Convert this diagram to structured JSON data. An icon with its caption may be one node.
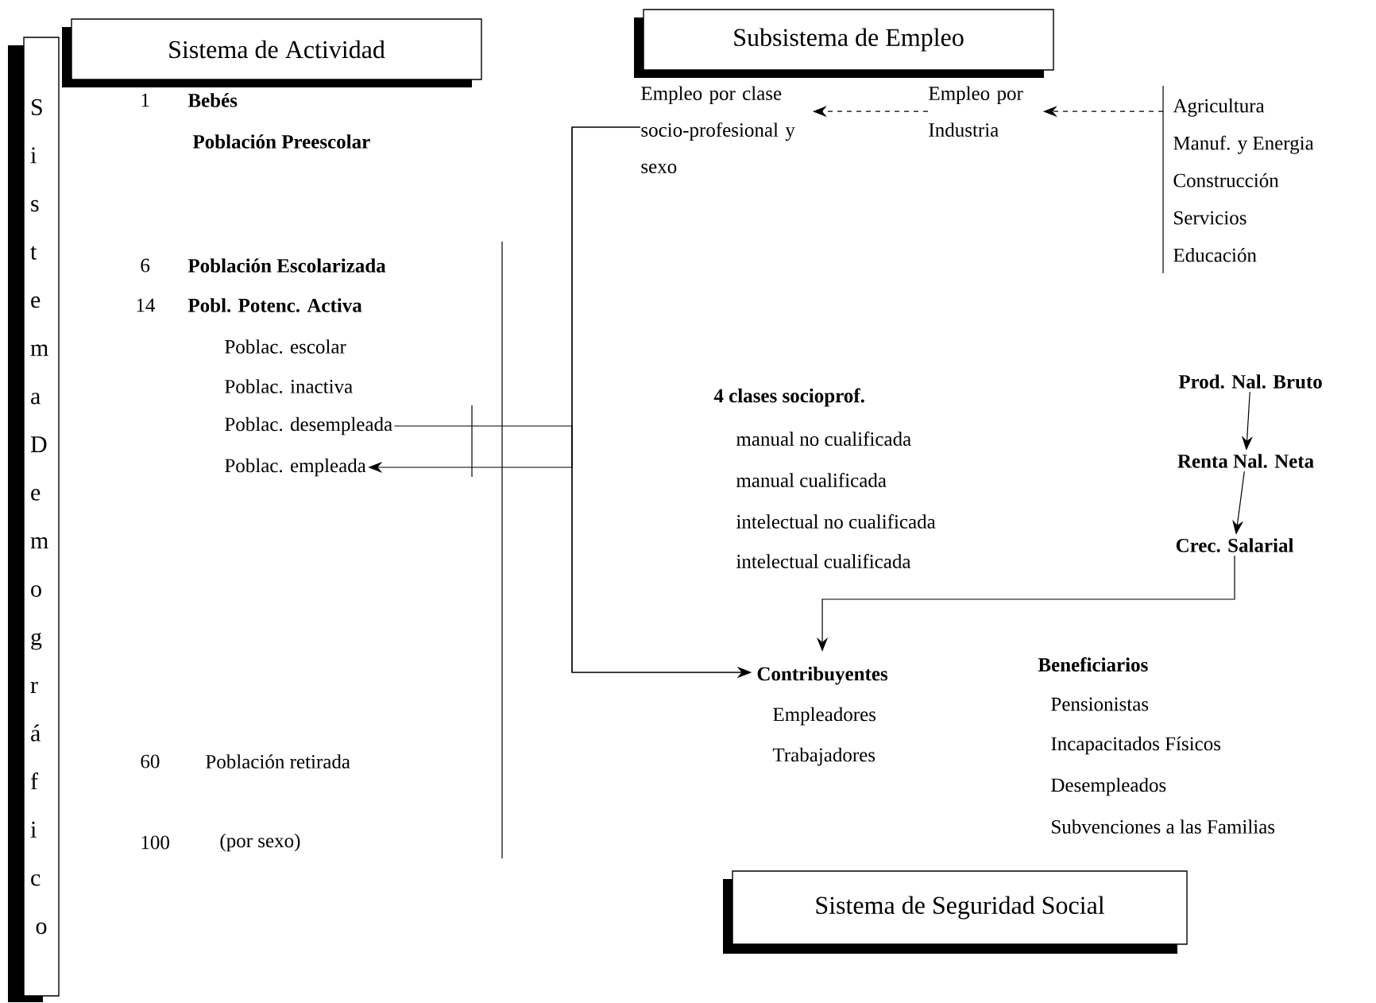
{
  "diagram": {
    "nodes": [
      {
        "text": [
          "SistemaDemográfico"
        ]
      },
      {
        "text": [
          "Sistema de Actividad"
        ]
      },
      {
        "text": [
          "Subsistema de Empleo"
        ]
      },
      {
        "text": [
          "Sistema de Seguridad Social"
        ]
      },
      {
        "text": [
          "Empleo por clase socio-profesional y sexo"
        ]
      },
      {
        "text": [
          "Empleo por Industria"
        ]
      },
      {
        "text": [
          "Agricultura",
          "Manuf. y Energia",
          "Construcción",
          "Servicios",
          "Educación"
        ]
      },
      {
        "text": [
          "Poblac. desempleada"
        ]
      },
      {
        "text": [
          "Poblac. empleada"
        ]
      },
      {
        "text": [
          "Prod. Nal. Bruto"
        ]
      },
      {
        "text": [
          "Renta Nal. Neta"
        ]
      },
      {
        "text": [
          "Crec. Salarial"
        ]
      },
      {
        "text": [
          "Contribuyentes",
          "Empleadores",
          "Trabajadores"
        ]
      }
    ],
    "edges": [
      {
        "from": 5,
        "to": 4,
        "arrow": "to",
        "style": "dashed"
      },
      {
        "from": 6,
        "to": 5,
        "arrow": "to",
        "style": "dashed"
      },
      {
        "from": 9,
        "to": 10,
        "arrow": "to"
      },
      {
        "from": 10,
        "to": 11,
        "arrow": "to"
      },
      {
        "from": 11,
        "to": 12,
        "arrow": "to"
      },
      {
        "from": 4,
        "to": 8,
        "arrow": "to"
      },
      {
        "from": 4,
        "to": 12,
        "arrow": "to"
      },
      {
        "from": 7,
        "to": 12,
        "arrow": "to"
      }
    ],
    "labels": [
      "1",
      "Bebés",
      "Población Preescolar",
      "6",
      "Población Escolarizada",
      "14",
      "Pobl. Potenc. Activa",
      "Poblac. escolar",
      "Poblac. inactiva",
      "4 clases socioprof.",
      "manual no cualificada",
      "manual  cualificada",
      "intelectual  no cualificada",
      "intelectual  cualificada",
      "Beneficiarios",
      "Pensionistas",
      "Incapacitados Físicos",
      "Desempleados",
      "Subvenciones a las Familias",
      "60",
      "Población retirada",
      "100",
      "(por sexo)"
    ]
  }
}
